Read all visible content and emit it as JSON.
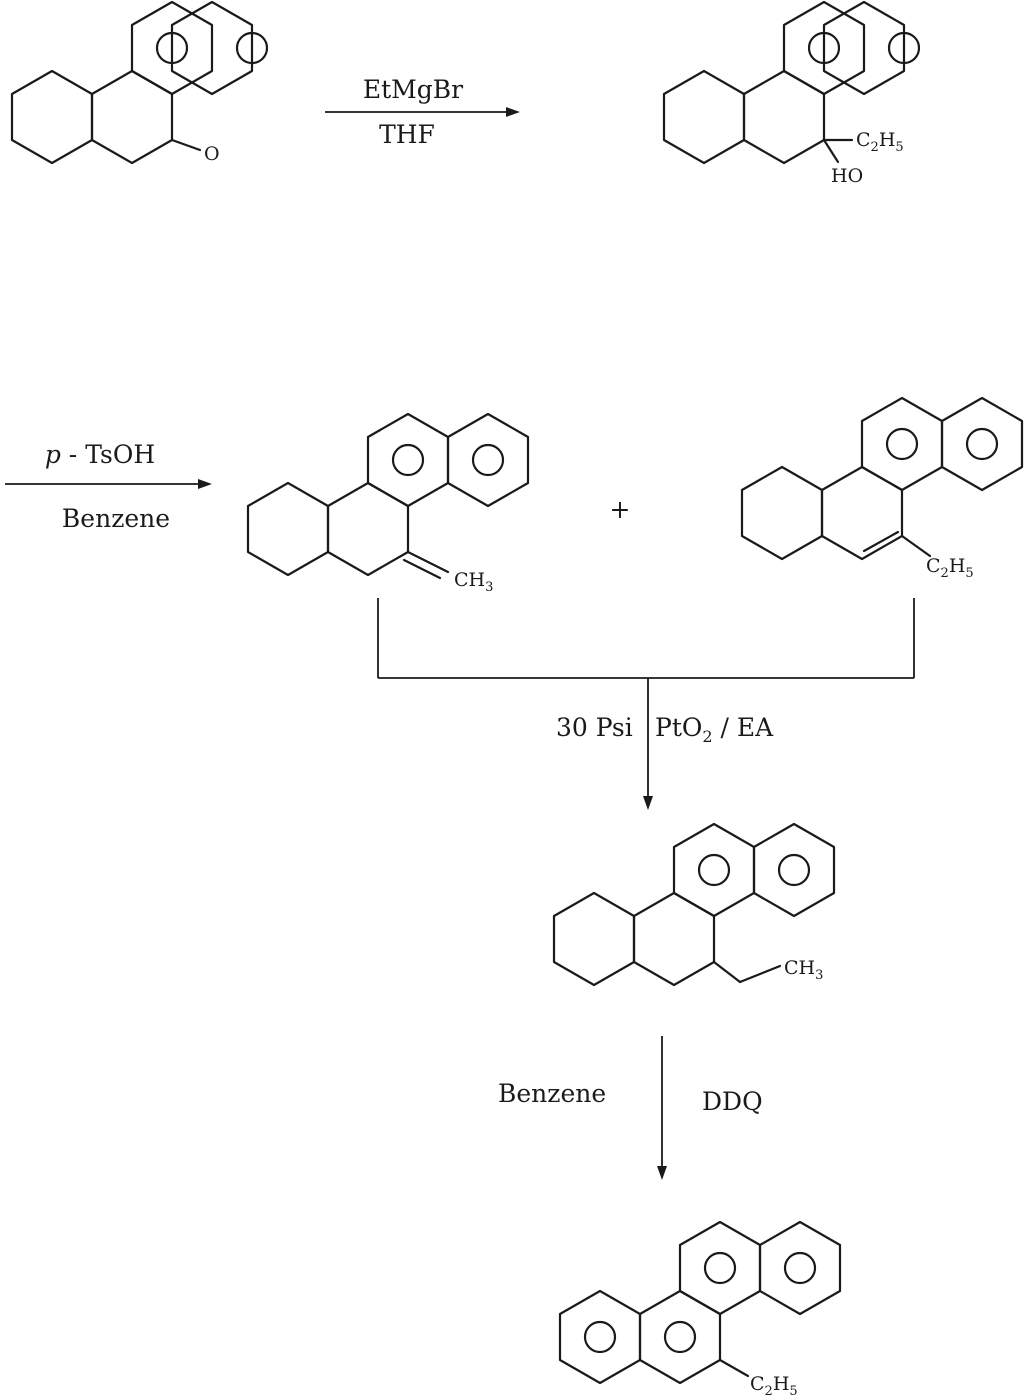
{
  "steps": {
    "grignard": {
      "reagent": "EtMgBr",
      "solvent": "THF"
    },
    "dehydration": {
      "reagent_prefix": "p",
      "reagent": "TsOH",
      "solvent": "Benzene"
    },
    "plus_sign": "+",
    "hydrogenation": {
      "pressure": "30 Psi",
      "catalyst": "PtO",
      "catalyst_sub": "2",
      "solvent": "EA"
    },
    "aromatization": {
      "solvent": "Benzene",
      "reagent": "DDQ"
    }
  },
  "labels": {
    "ketone_o": "O",
    "hydroxyl": "HO",
    "methyl": "CH",
    "methyl_sub": "3",
    "ethyl_c": "C",
    "ethyl_c_sub": "2",
    "ethyl_h": "H",
    "ethyl_h_sub": "5"
  }
}
